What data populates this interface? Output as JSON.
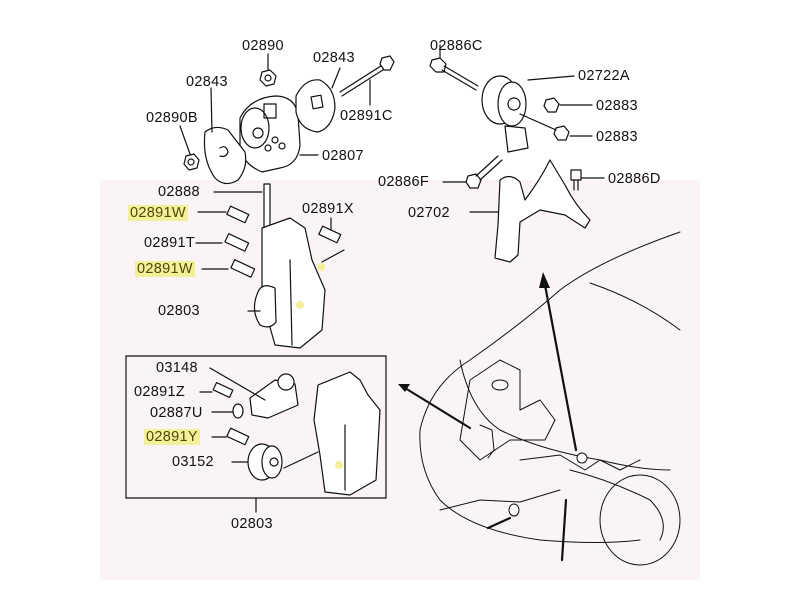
{
  "diagram": {
    "title": "Engine mount / roll stopper exploded parts diagram",
    "highlight_color": "#f4ef9a",
    "labels": {
      "p02890": "02890",
      "p02843_top": "02843",
      "p02843_left": "02843",
      "p02890B": "02890B",
      "p02891C": "02891C",
      "p02807": "02807",
      "p02888": "02888",
      "p02891W_1": "02891W",
      "p02891X": "02891X",
      "p02891T": "02891T",
      "p02891W_2": "02891W",
      "p02803_top": "02803",
      "p03148": "03148",
      "p02891Z": "02891Z",
      "p02887U": "02887U",
      "p02891Y": "02891Y",
      "p03152": "03152",
      "p02803_box": "02803",
      "p02886C": "02886C",
      "p02722A": "02722A",
      "p02883_1": "02883",
      "p02883_2": "02883",
      "p02886F": "02886F",
      "p02886D": "02886D",
      "p02702": "02702"
    },
    "highlighted_parts": [
      "02891W",
      "02891W",
      "02891Y"
    ]
  }
}
